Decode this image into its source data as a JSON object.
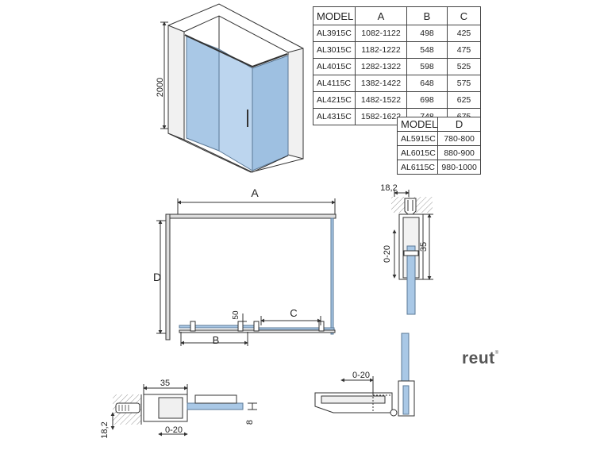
{
  "table_a": {
    "headers": [
      "MODEL",
      "A",
      "B",
      "C"
    ],
    "rows": [
      [
        "AL3915C",
        "1082-1122",
        "498",
        "425"
      ],
      [
        "AL3015C",
        "1182-1222",
        "548",
        "475"
      ],
      [
        "AL4015C",
        "1282-1322",
        "598",
        "525"
      ],
      [
        "AL4115C",
        "1382-1422",
        "648",
        "575"
      ],
      [
        "AL4215C",
        "1482-1522",
        "698",
        "625"
      ],
      [
        "AL4315C",
        "1582-1622",
        "748",
        "675"
      ]
    ]
  },
  "table_d": {
    "headers": [
      "MODEL",
      "D"
    ],
    "rows": [
      [
        "AL5915C",
        "780-800"
      ],
      [
        "AL6015C",
        "880-900"
      ],
      [
        "AL6115C",
        "980-1000"
      ]
    ]
  },
  "dims": {
    "height": "2000",
    "a": "A",
    "d": "D",
    "b": "B",
    "c": "C",
    "fifty": "50",
    "profile_top": "18,2",
    "profile_range": "0-20",
    "profile_35": "35",
    "bl_35": "35",
    "bl_182": "18,2",
    "bl_range": "0-20",
    "bl_8": "8",
    "br_range": "0-20"
  },
  "brand": {
    "name": "reut",
    "mark": "®"
  },
  "colors": {
    "glass": "#a9c8e6",
    "glass_dark": "#7fa6cc",
    "line": "#333333",
    "wall": "#8a8a8a"
  }
}
